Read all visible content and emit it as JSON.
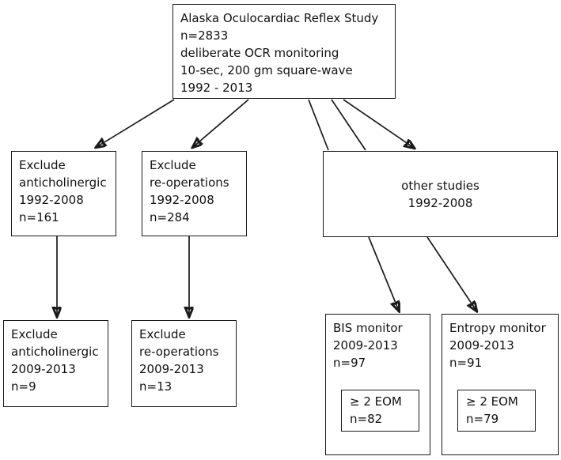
{
  "diagram": {
    "title": "Alaska Oculocardiac Reflex Study flow diagram",
    "stroke_color": "#1a1a1a",
    "text_color": "#111111",
    "background_color": "#ffffff",
    "nodes": {
      "root": {
        "text": "Alaska Oculocardiac Reflex Study\nn=2833\ndeliberate OCR monitoring\n10-sec, 200 gm square-wave\n1992 - 2013"
      },
      "exclude_anticholinergic_early": {
        "text": "Exclude\nanticholinergic\n1992-2008\nn=161"
      },
      "exclude_reoperations_early": {
        "text": "Exclude\nre-operations\n1992-2008\nn=284"
      },
      "other_studies": {
        "text": "other studies\n1992-2008"
      },
      "exclude_anticholinergic_late": {
        "text": "Exclude\nanticholinergic\n2009-2013\nn=9"
      },
      "exclude_reoperations_late": {
        "text": "Exclude\nre-operations\n2009-2013\nn=13"
      },
      "bis_monitor": {
        "text": "BIS monitor\n2009-2013\nn=97"
      },
      "bis_eom": {
        "text": "≥ 2 EOM\nn=82"
      },
      "entropy_monitor": {
        "text": "Entropy monitor\n2009-2013\nn=91"
      },
      "entropy_eom": {
        "text": "≥ 2 EOM\nn=79"
      }
    }
  }
}
